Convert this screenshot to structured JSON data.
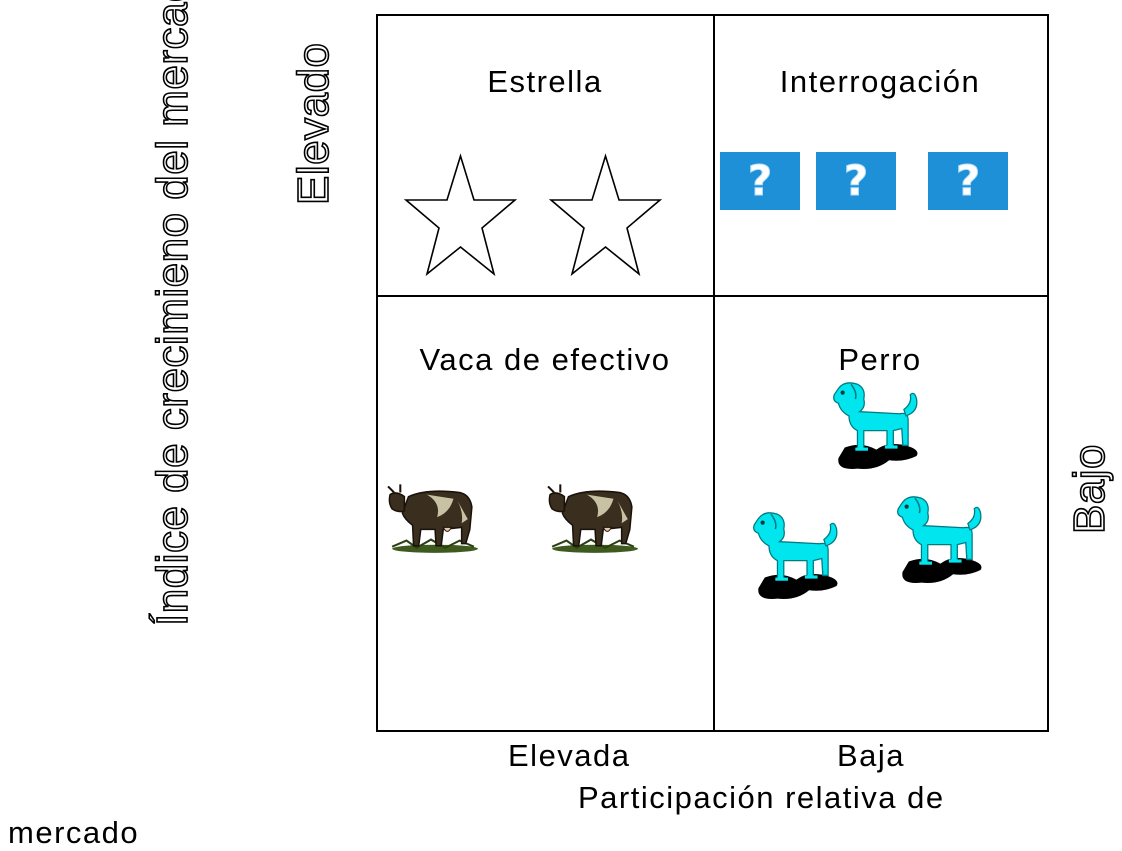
{
  "y_axis": {
    "label": "Índice de crecimieno del mercado",
    "high": "Elevado",
    "low": "Bajo"
  },
  "x_axis": {
    "high": "Elevada",
    "low": "Baja",
    "title_line1": "Participación relativa de",
    "title_line2": "mercado"
  },
  "quadrants": {
    "top_left": "Estrella",
    "top_right": "Interrogación",
    "bottom_left": "Vaca de efectivo",
    "bottom_right": "Perro"
  },
  "question_mark": "?",
  "colors": {
    "question_box": "#1e90d8",
    "dog": "#00e5ee",
    "cow_dark": "#3a2e1e",
    "cow_light": "#c8c1a4"
  },
  "icons": [
    "star-icon",
    "question-mark-icon",
    "cow-icon",
    "dog-icon"
  ]
}
